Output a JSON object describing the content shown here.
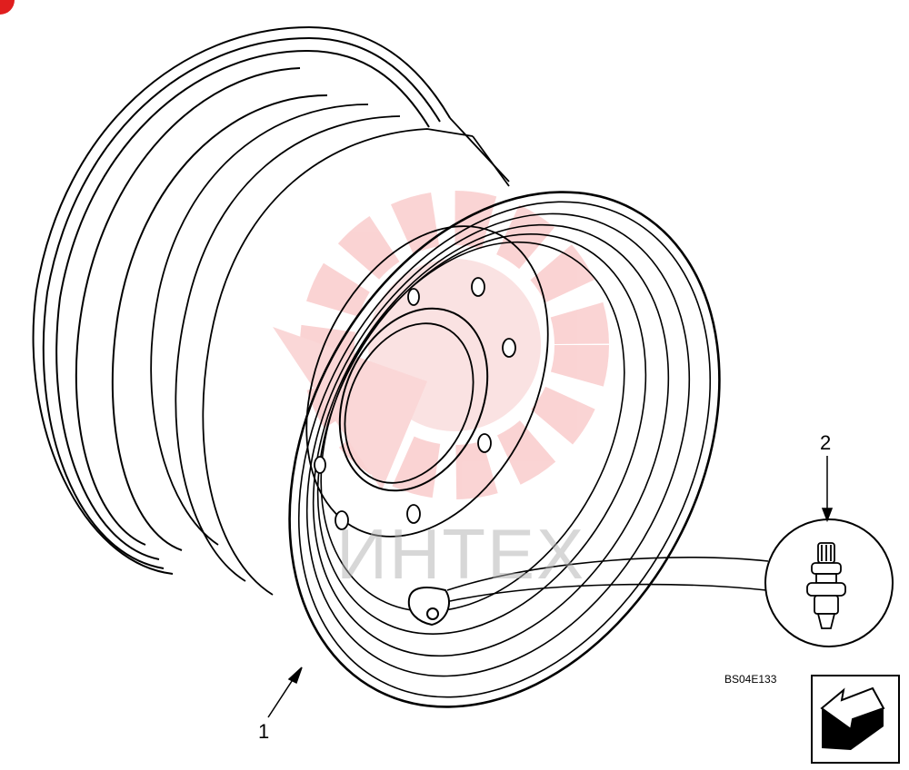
{
  "diagram": {
    "callouts": [
      {
        "id": "1",
        "label": "1",
        "part": "wheel-rim"
      },
      {
        "id": "2",
        "label": "2",
        "part": "valve-stem"
      }
    ],
    "figure_code": "BS04E133",
    "watermark_text": "ИНТЕХ",
    "colors": {
      "line": "#000000",
      "watermark_logo": "#f4b4b4",
      "watermark_text": "#b0b0b0",
      "corner_mark": "#e01e1e"
    },
    "icons": [
      "view-direction-arrow-icon",
      "logo-watermark-icon"
    ]
  }
}
